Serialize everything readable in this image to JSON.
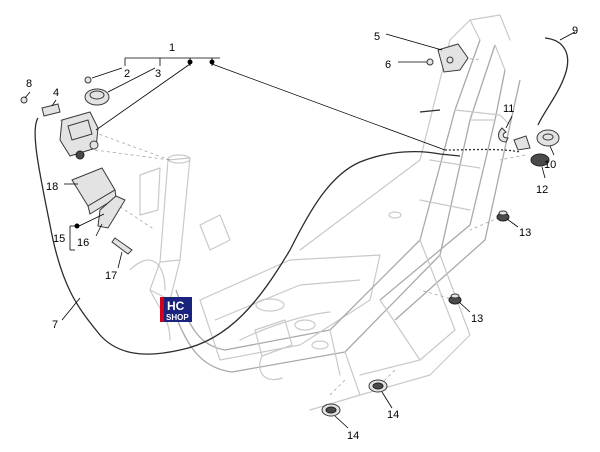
{
  "callouts": [
    "1",
    "2",
    "3",
    "4",
    "5",
    "6",
    "7",
    "8",
    "9",
    "10",
    "11",
    "12",
    "13",
    "13",
    "14",
    "14",
    "15",
    "16",
    "17",
    "18"
  ],
  "logo": {
    "big": "HC",
    "small": "SHOP",
    "color_red": "#d0021b",
    "color_dark": "#1a237e"
  },
  "colors": {
    "line": "#2c2c2c",
    "frame": "#c9c9c9"
  }
}
